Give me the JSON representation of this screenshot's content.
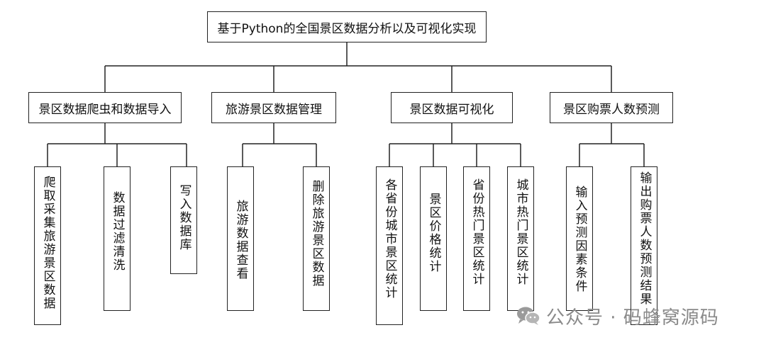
{
  "root": {
    "title": "基于Python的全国景区数据分析以及可视化实现"
  },
  "categories": [
    {
      "label": "景区数据爬虫和数据导入",
      "leaves": [
        "爬取采集旅游景区数据",
        "数据过滤清洗",
        "写入数据库"
      ]
    },
    {
      "label": "旅游景区数据管理",
      "leaves": [
        "旅游数据查看",
        "删除旅游景区数据"
      ]
    },
    {
      "label": "景区数据可视化",
      "leaves": [
        "各省份城市景区统计",
        "景区价格统计",
        "省份热门景区统计",
        "城市热门景区统计"
      ]
    },
    {
      "label": "景区购票人数预测",
      "leaves": [
        "输入预测因素条件",
        "输出购票人数预测结果"
      ]
    }
  ],
  "watermark": {
    "text": "公众号 · 码蜂窝源码",
    "icon": "wechat-icon"
  },
  "colors": {
    "line": "#222222",
    "watermark": "#8a8a8a"
  }
}
